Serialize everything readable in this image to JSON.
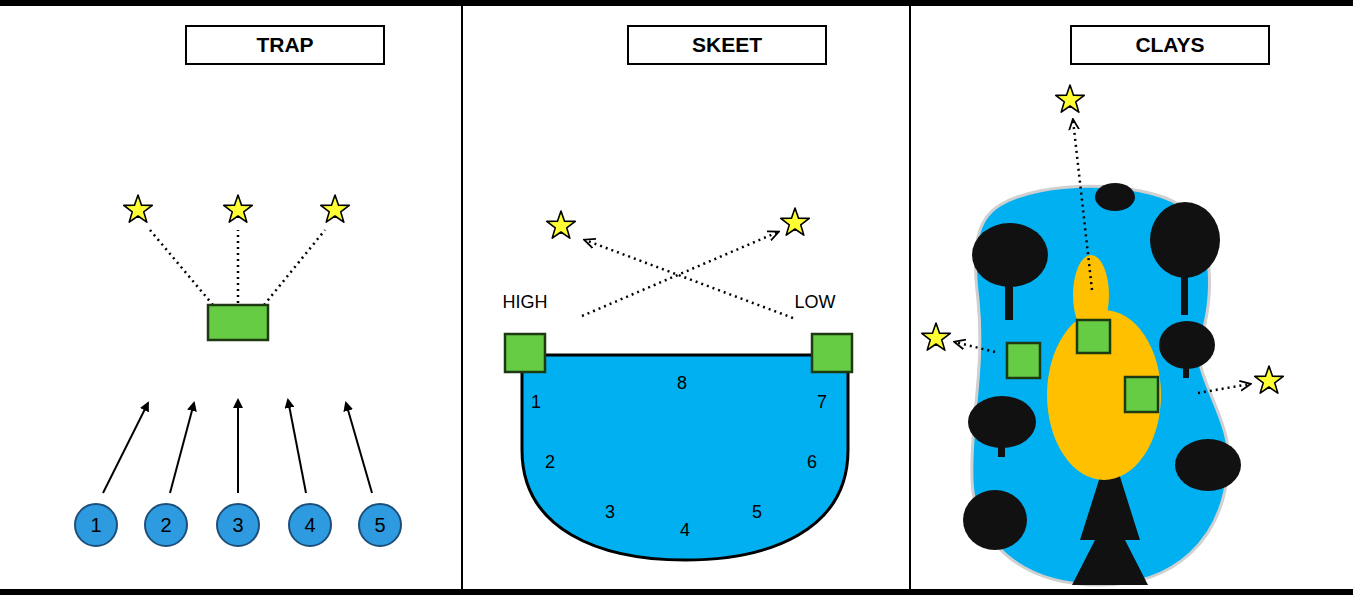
{
  "diagram": {
    "nodes": [
      {
        "text": [
          "TRAP"
        ]
      },
      {
        "text": [
          "1"
        ]
      },
      {
        "text": [
          "2"
        ]
      },
      {
        "text": [
          "3"
        ]
      },
      {
        "text": [
          "4"
        ]
      },
      {
        "text": [
          "5"
        ]
      },
      {
        "text": [
          "SKEET"
        ]
      },
      {
        "text": [
          "CLAYS"
        ]
      }
    ],
    "labels": [
      "HIGH",
      "LOW",
      "1",
      "8",
      "7",
      "2",
      "6",
      "3",
      "4",
      "5"
    ]
  }
}
